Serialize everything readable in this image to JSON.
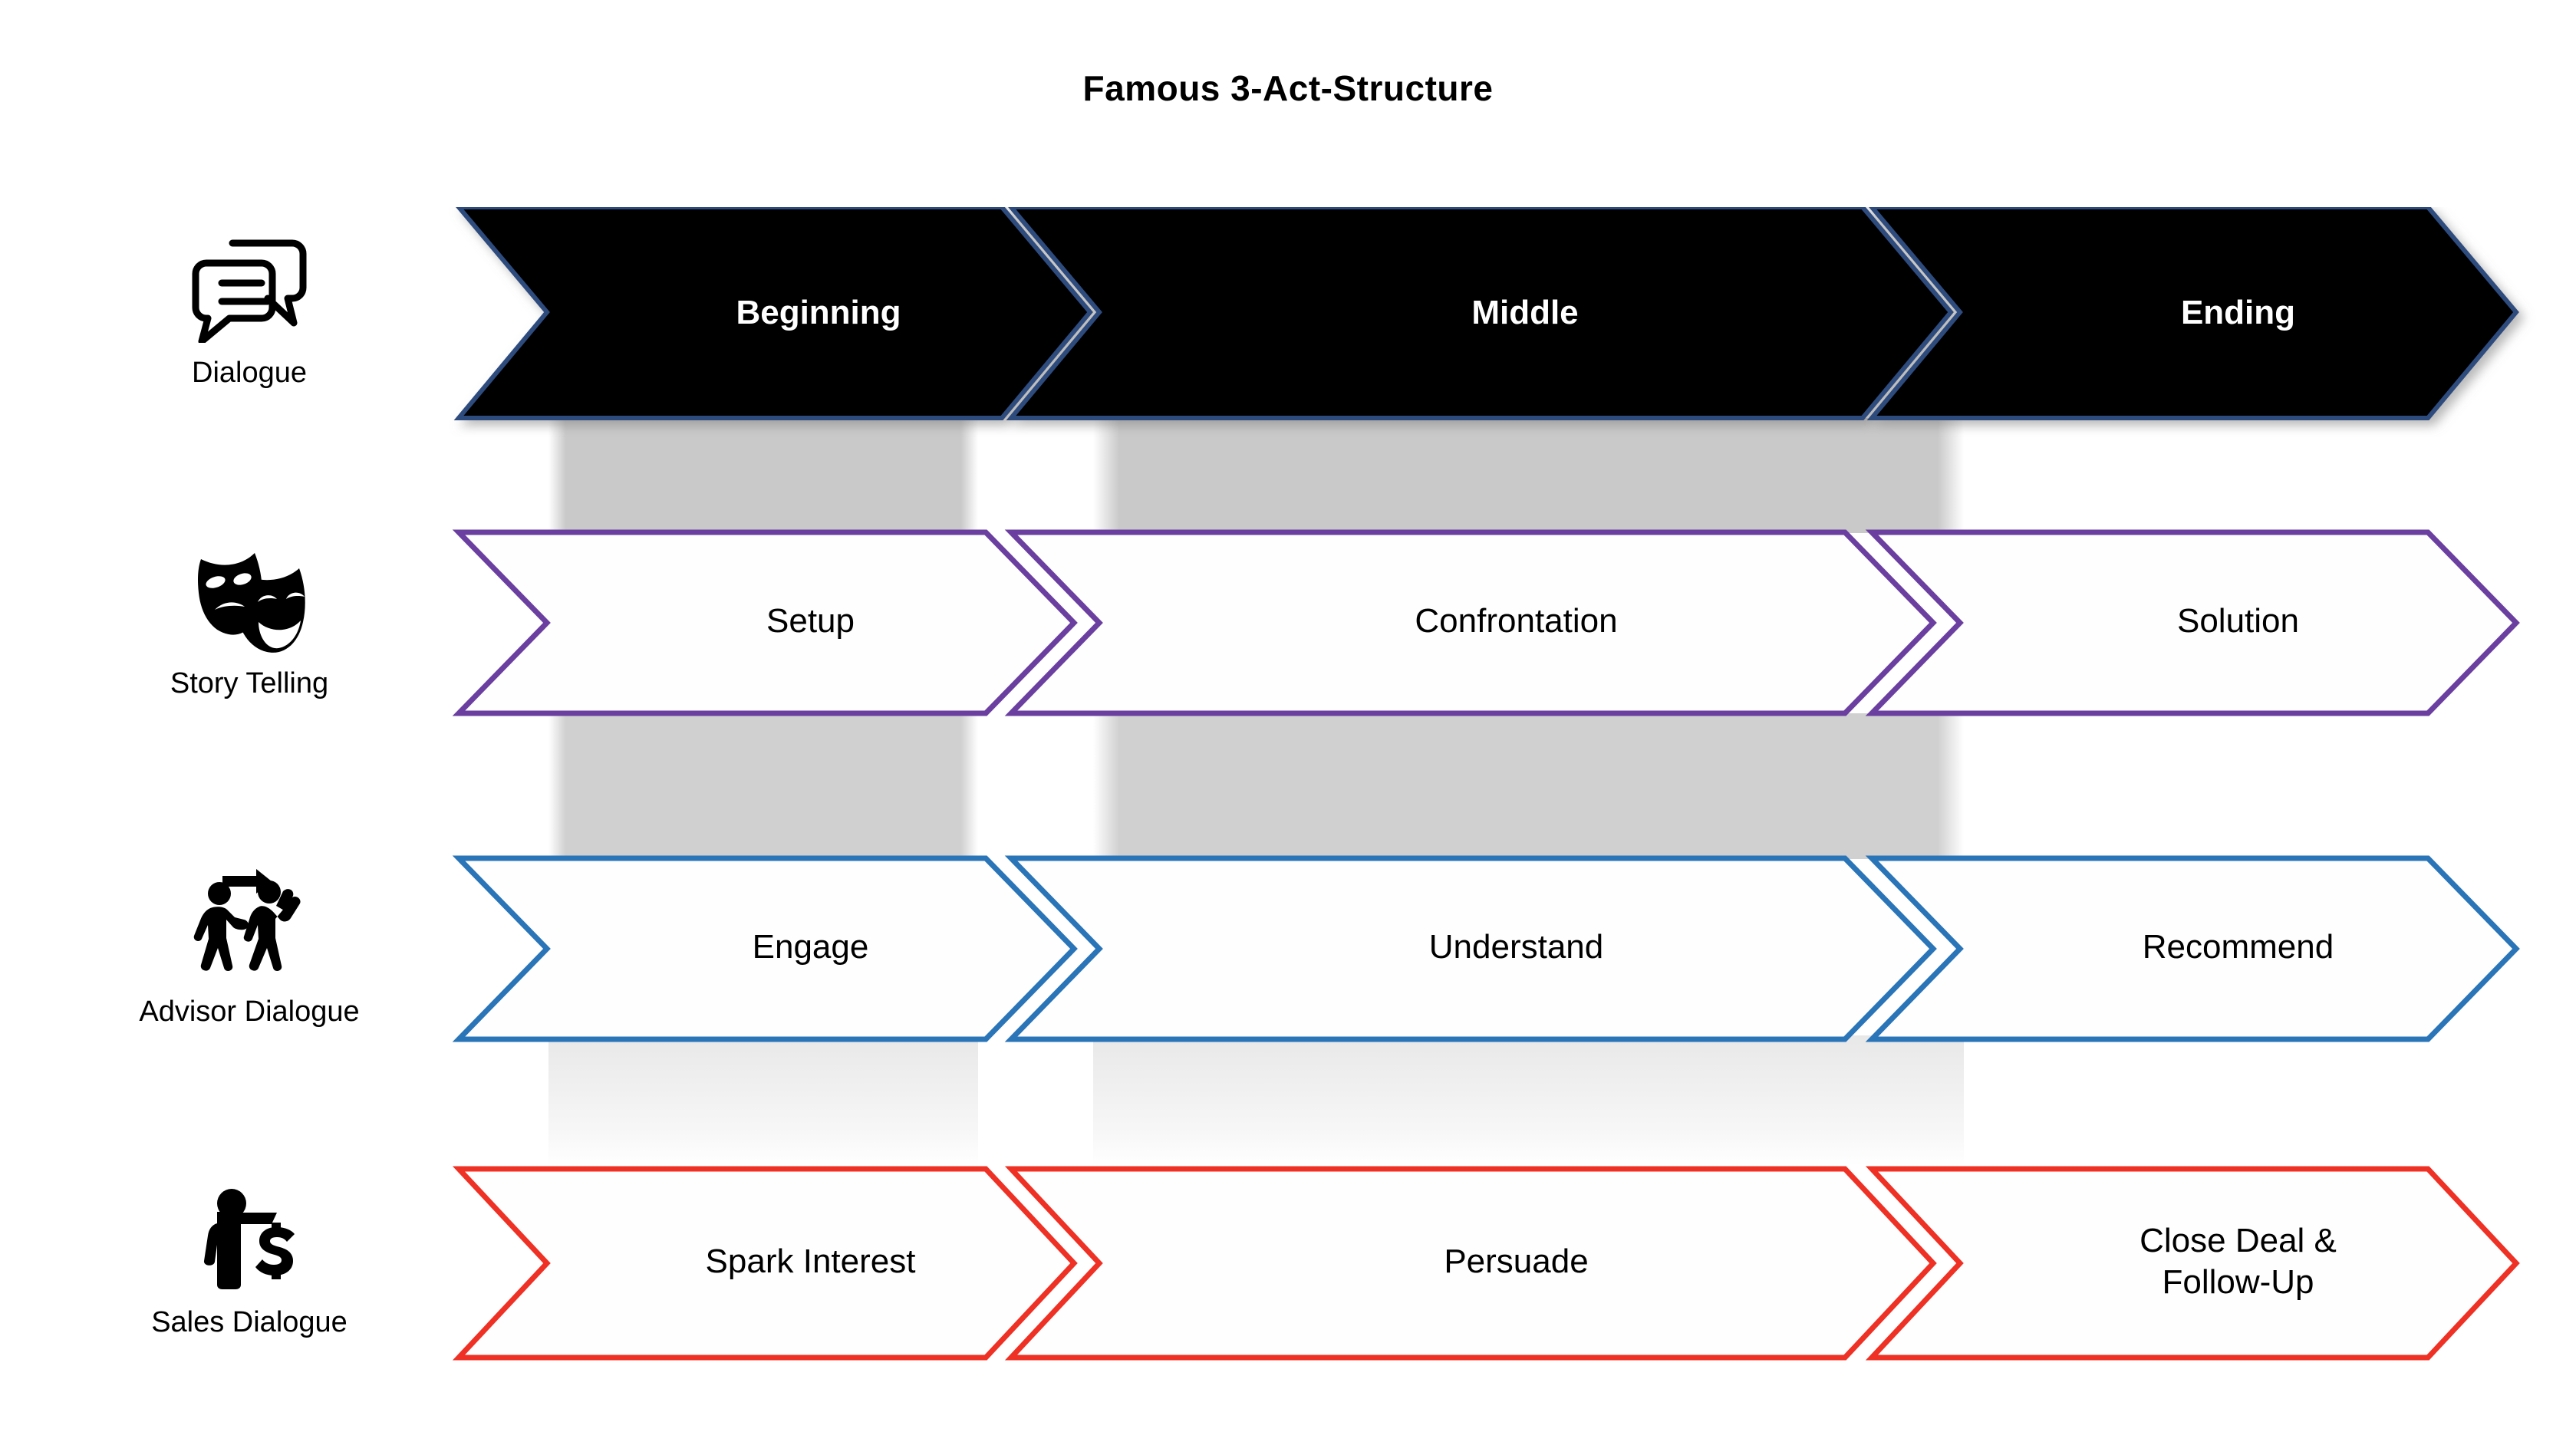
{
  "title": "Famous 3-Act-Structure",
  "colors": {
    "dialogue_fill": "#000000",
    "dialogue_stroke": "#2E4C7E",
    "story_stroke": "#6B3FA0",
    "advisor_stroke": "#2A74B8",
    "sales_stroke": "#EE3124",
    "band_gray": "#C9C9C9",
    "band_gray_faded": "#EFEFEF",
    "text_dark": "#000000",
    "text_light": "#FFFFFF"
  },
  "columns": [
    "Beginning",
    "Middle",
    "Ending"
  ],
  "rows": [
    {
      "legend_label": "Dialogue",
      "icon": "speech-bubbles-icon",
      "style": "filled-black",
      "stages": [
        "Beginning",
        "Middle",
        "Ending"
      ]
    },
    {
      "legend_label": "Story Telling",
      "icon": "theater-masks-icon",
      "style": "outline-purple",
      "stages": [
        "Setup",
        "Confrontation",
        "Solution"
      ]
    },
    {
      "legend_label": "Advisor Dialogue",
      "icon": "two-people-arrow-icon",
      "style": "outline-blue",
      "stages": [
        "Engage",
        "Understand",
        "Recommend"
      ]
    },
    {
      "legend_label": "Sales Dialogue",
      "icon": "person-dollar-icon",
      "style": "outline-red",
      "stages": [
        "Spark Interest",
        "Persuade",
        "Close Deal &\nFollow-Up"
      ]
    }
  ]
}
